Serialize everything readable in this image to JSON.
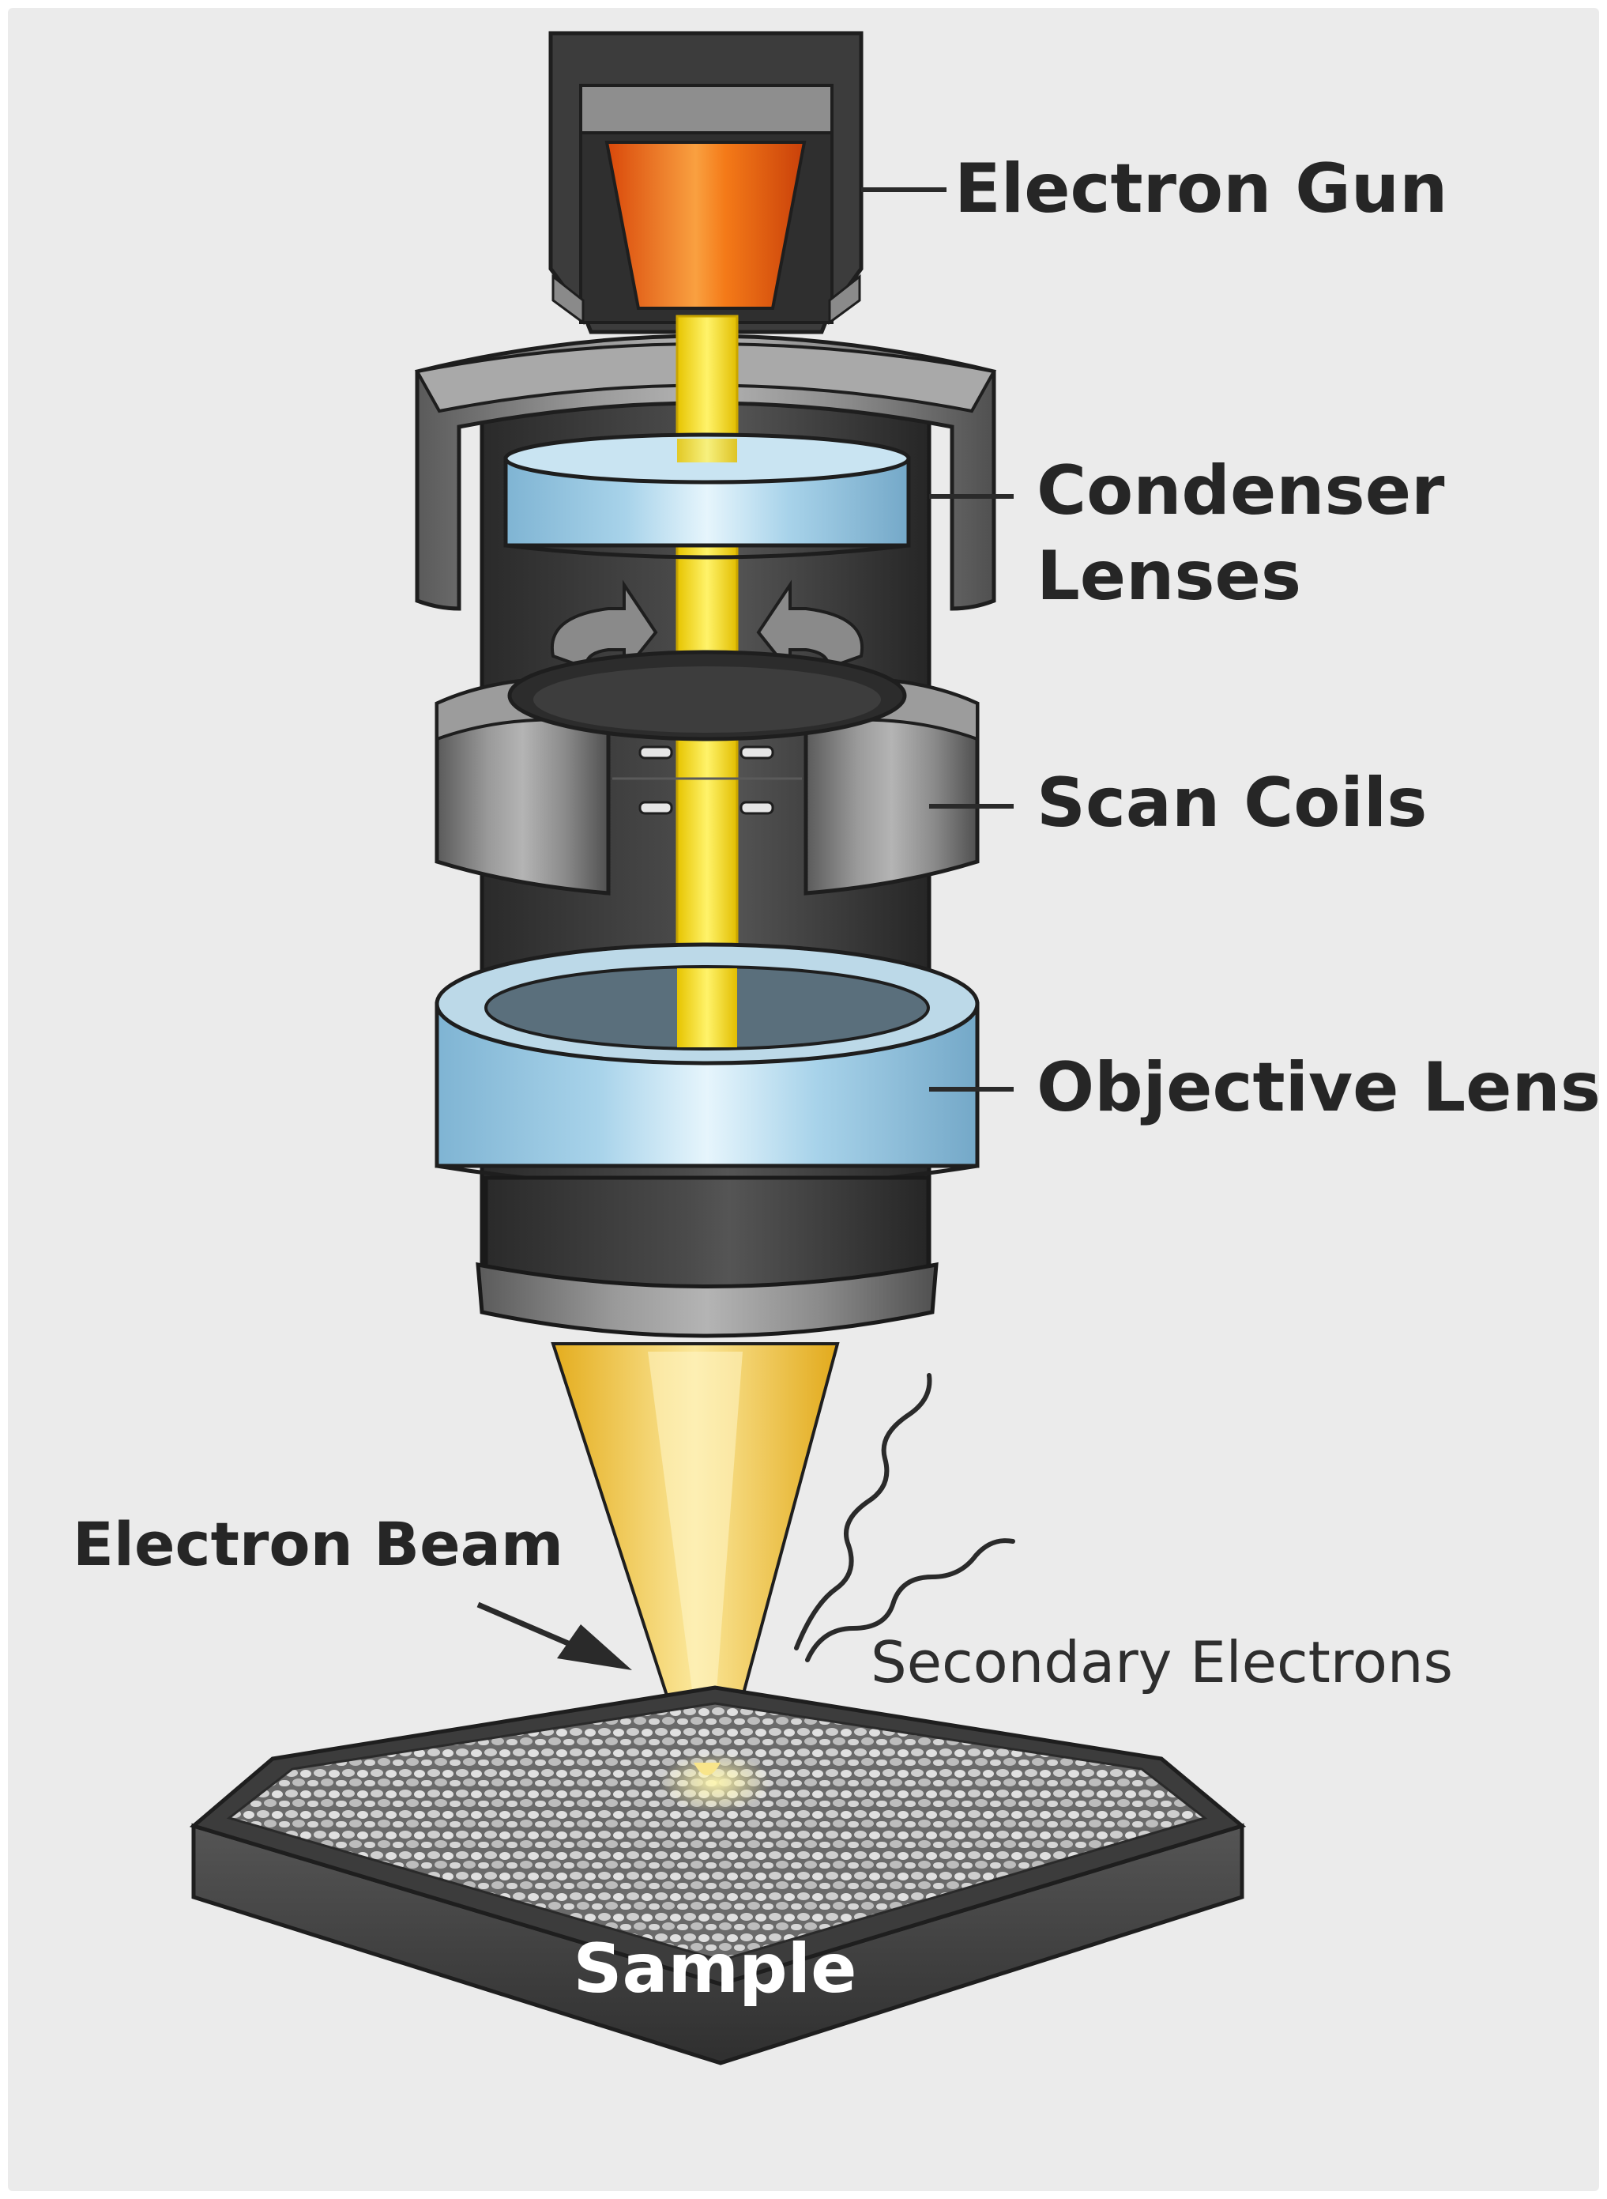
{
  "diagram": {
    "labels": {
      "electron_gun": "Electron Gun",
      "condenser_lenses_line1": "Condenser",
      "condenser_lenses_line2": "Lenses",
      "scan_coils": "Scan Coils",
      "objective_lens": "Objective Lens",
      "electron_beam": "Electron Beam",
      "secondary_electrons": "Secondary Electrons",
      "sample": "Sample"
    },
    "colors": {
      "background": "#ebebeb",
      "column_dark": "#3a3a3a",
      "column_mid": "#6e6e6e",
      "lens_blue": "#a9d3ea",
      "beam_yellow": "#f6e21a",
      "cone_yellow": "#f1c93a",
      "filament_orange": "#f26b0f",
      "sample_gray": "#4b4b4b"
    }
  }
}
